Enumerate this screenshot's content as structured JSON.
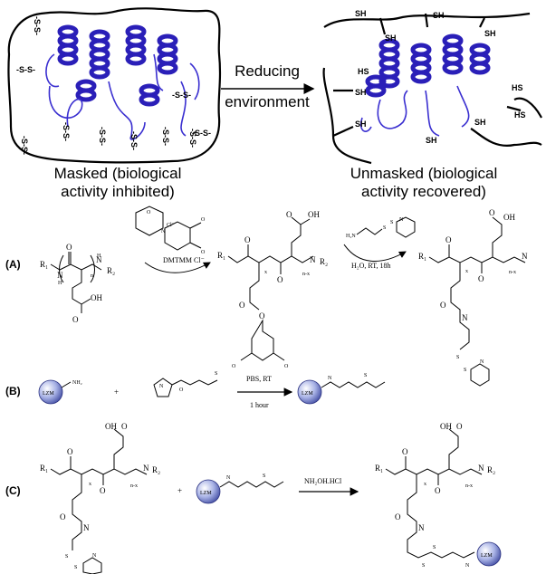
{
  "top": {
    "arrow_label_1": "Reducing",
    "arrow_label_2": "environment",
    "masked_caption_1": "Masked (biological",
    "masked_caption_2": "activity inhibited)",
    "unmasked_caption_1": "Unmasked (biological",
    "unmasked_caption_2": "activity recovered)",
    "disulfide": "-S-S-",
    "thiol": "SH",
    "thiol_rev": "HS"
  },
  "panels": {
    "a_label": "(A)",
    "b_label": "(B)",
    "c_label": "(C)"
  },
  "reagents": {
    "dmtmm": "DMTMM Cl⁻",
    "chloride": "Cl⁻",
    "cond_a2": "H₂O, RT, 18h",
    "cond_b_1": "PBS, RT",
    "cond_b_2": "1 hour",
    "cond_c": "NH₂OH.HCl",
    "plus": "+"
  },
  "atoms": {
    "r1": "R₁",
    "r2": "R₂",
    "nh": "N",
    "h": "H",
    "o": "O",
    "oh": "OH",
    "s": "S",
    "n": "N",
    "nh2": "NH₂",
    "h2n": "H₂N",
    "lzm": "LZM",
    "sub_n": "n",
    "sub_x": "x",
    "sub_nx": "n-x"
  },
  "colors": {
    "protein": "#2a1fb8",
    "sphere": "#9aa6e0"
  }
}
